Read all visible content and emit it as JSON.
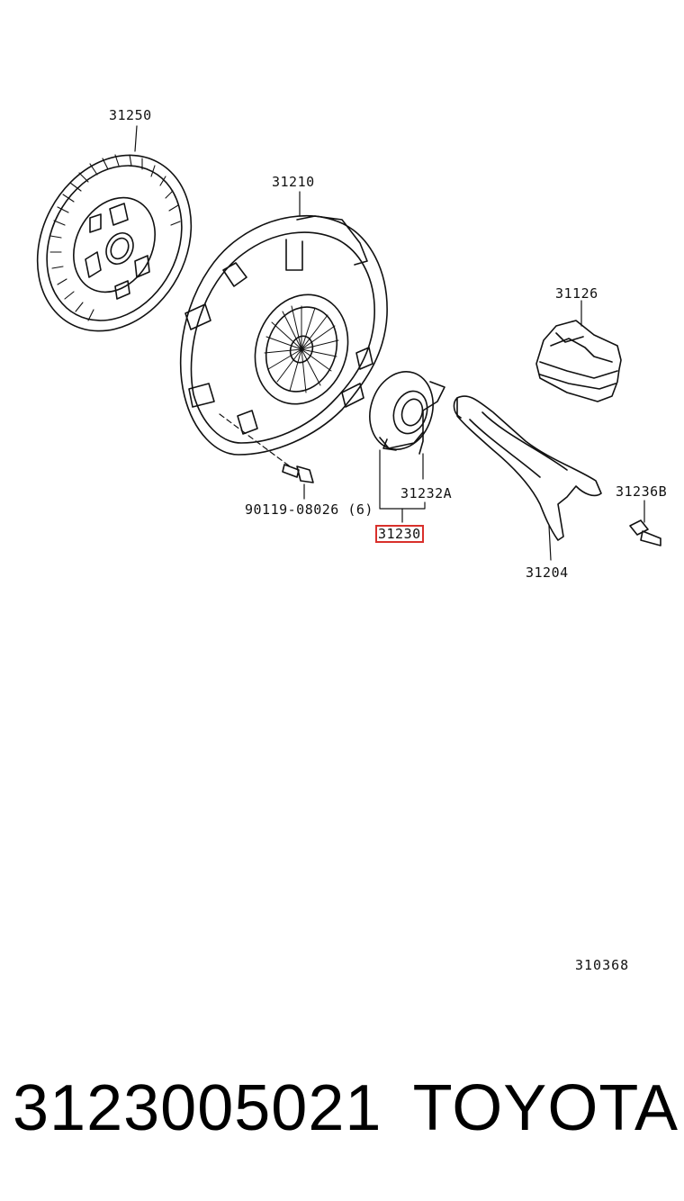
{
  "diagram": {
    "labels": {
      "clutch_disc": "31250",
      "pressure_plate": "31210",
      "boot": "31126",
      "bolt": "90119-08026 (6)",
      "bearing_clip": "31232A",
      "release_bearing": "31230",
      "ball_stud": "31236B",
      "release_fork": "31204"
    },
    "highlighted_part": "31230",
    "highlight_color": "#d9302b",
    "diagram_code": "310368"
  },
  "footer": {
    "part_number": "3123005021",
    "brand": "TOYOTA"
  }
}
